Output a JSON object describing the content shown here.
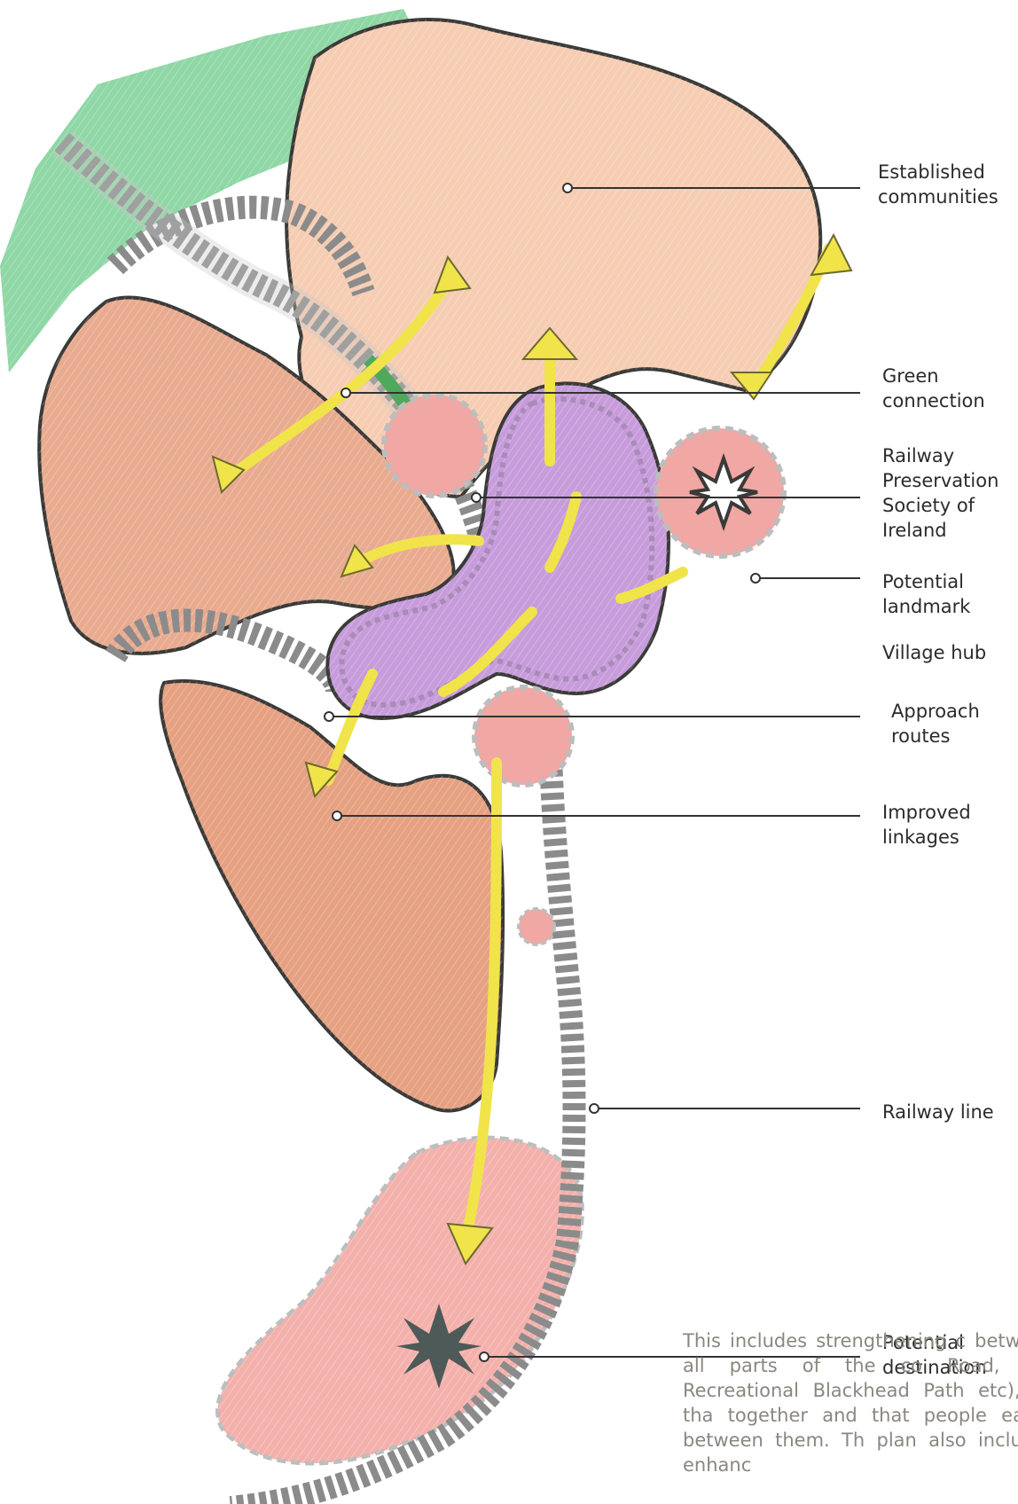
{
  "labels": {
    "established": "Established\ncommunities",
    "green": "Green\nconnection",
    "railway_society": "Railway\nPreservation\nSociety of\nIreland",
    "landmark": "Potential\nlandmark",
    "hub": "Village hub",
    "approach": "Approach\nroutes",
    "linkages": "Improved\nlinkages",
    "railway_line": "Railway line",
    "destination": "Potential\ndestination"
  },
  "body_text": "This includes strengthening c between all parts of the co Road, the Recreational Blackhead Path etc), so tha together and that people easily between them. Th plan also includes enhanc",
  "colors": {
    "established_fill": "#f6cdb2",
    "red_areas": "#e7a487",
    "hub": "#c79cdb",
    "nodes": "#f1a7a3",
    "green": "#8fd7a5",
    "railway": "#8b8b8b",
    "arrows": "#f1e34a",
    "outline": "#3a3a38",
    "leader": "#333333",
    "body_text": "#8a8780"
  },
  "icons": [
    "star-outline-icon",
    "star-solid-icon"
  ]
}
